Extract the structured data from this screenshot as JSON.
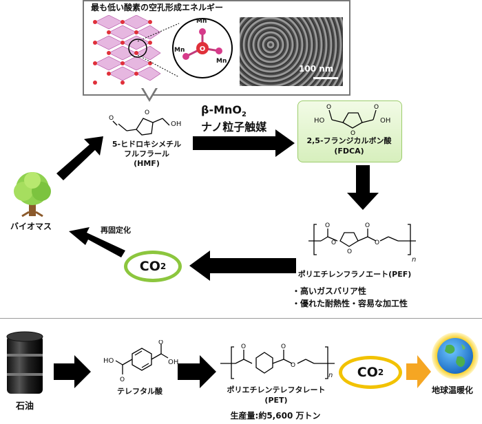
{
  "crystal_box": {
    "title": "最も低い酸素の空孔形成エネルギー",
    "mn_labels": [
      "Mn",
      "Mn",
      "Mn"
    ],
    "sem_scale": "100 nm"
  },
  "catalyst": {
    "line1": "β-MnO",
    "line1_sub": "2",
    "line2": "ナノ粒子触媒"
  },
  "hmf": {
    "oh": "OH",
    "name_line1": "5-ヒドロキシメチル",
    "name_line2": "フルフラール",
    "name_line3": "(HMF)"
  },
  "fdca": {
    "ho": "HO",
    "oh": "OH",
    "name_line1": "2,5-フランジカルボン酸",
    "name_line2": "(FDCA)"
  },
  "biomass": {
    "label": "バイオマス"
  },
  "refix": {
    "label": "再固定化"
  },
  "co2_top": {
    "text": "CO",
    "sub": "2"
  },
  "pef": {
    "subscript_n": "n",
    "name": "ポリエチレンフラノエート(PEF)",
    "features": [
      "・高いガスバリア性",
      "・優れた耐熱性・容易な加工性"
    ]
  },
  "bottom": {
    "oil_label": "石油",
    "ta": {
      "ho": "HO",
      "oh": "OH",
      "name": "テレフタル酸"
    },
    "pet": {
      "subscript_n": "n",
      "name_line1": "ポリエチレンテレフタレート",
      "name_line2": "(PET)"
    },
    "production": "生産量:約5,600 万トン",
    "co2": {
      "text": "CO",
      "sub": "2"
    },
    "warming": "地球温暖化"
  },
  "colors": {
    "ring_green": "#8cc63e",
    "ring_yellow": "#f2c200",
    "arrow_black": "#000000",
    "arrow_orange": "#f5a623",
    "fdca_box": "#e6f5d3",
    "mn_atom": "#d63a8a",
    "o_atom": "#e0303a",
    "lattice": "#d9a6d8"
  },
  "icons": [
    "tree-icon",
    "oil-barrel-icon",
    "earth-icon"
  ]
}
